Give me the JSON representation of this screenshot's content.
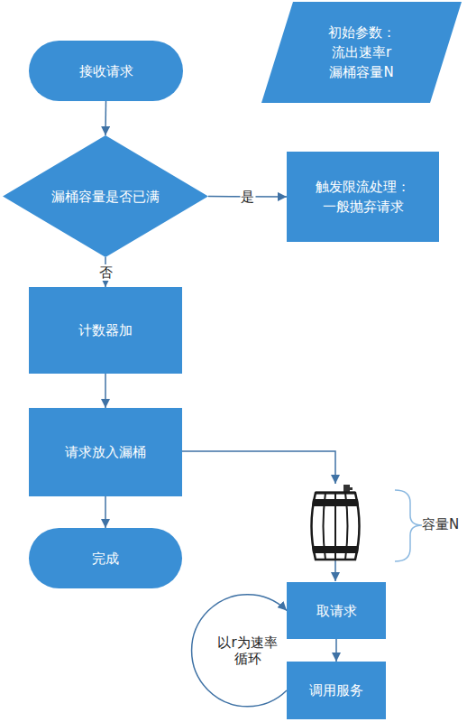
{
  "diagram": {
    "nodes": [
      {
        "text": [
          "接收请求"
        ]
      },
      {
        "text": [
          "初始参数： 流出速率r 漏桶容量N"
        ]
      },
      {
        "text": [
          "漏桶容量是否已满"
        ]
      },
      {
        "text": [
          "触发限流处理： 一般抛弃请求"
        ]
      },
      {
        "text": [
          "计数器加"
        ]
      },
      {
        "text": [
          "请求放入漏桶"
        ]
      },
      {
        "text": [
          "完成"
        ]
      },
      {
        "text": [
          "取请求"
        ]
      },
      {
        "text": [
          "调用服务"
        ]
      }
    ],
    "edges": [
      {
        "from": 0,
        "to": 2,
        "arrow": "to"
      },
      {
        "from": 2,
        "to": 3,
        "arrow": "to",
        "label": "是"
      },
      {
        "from": 2,
        "to": 4,
        "arrow": "to",
        "label": "否"
      },
      {
        "from": 4,
        "to": 5,
        "arrow": "to"
      },
      {
        "from": 5,
        "to": 6,
        "arrow": "to"
      },
      {
        "from": 7,
        "to": 8,
        "arrow": "to"
      },
      {
        "from": 8,
        "to": 7,
        "arrow": "to",
        "label": "以r为速率 循环"
      }
    ],
    "labels": [
      "容量N"
    ]
  }
}
